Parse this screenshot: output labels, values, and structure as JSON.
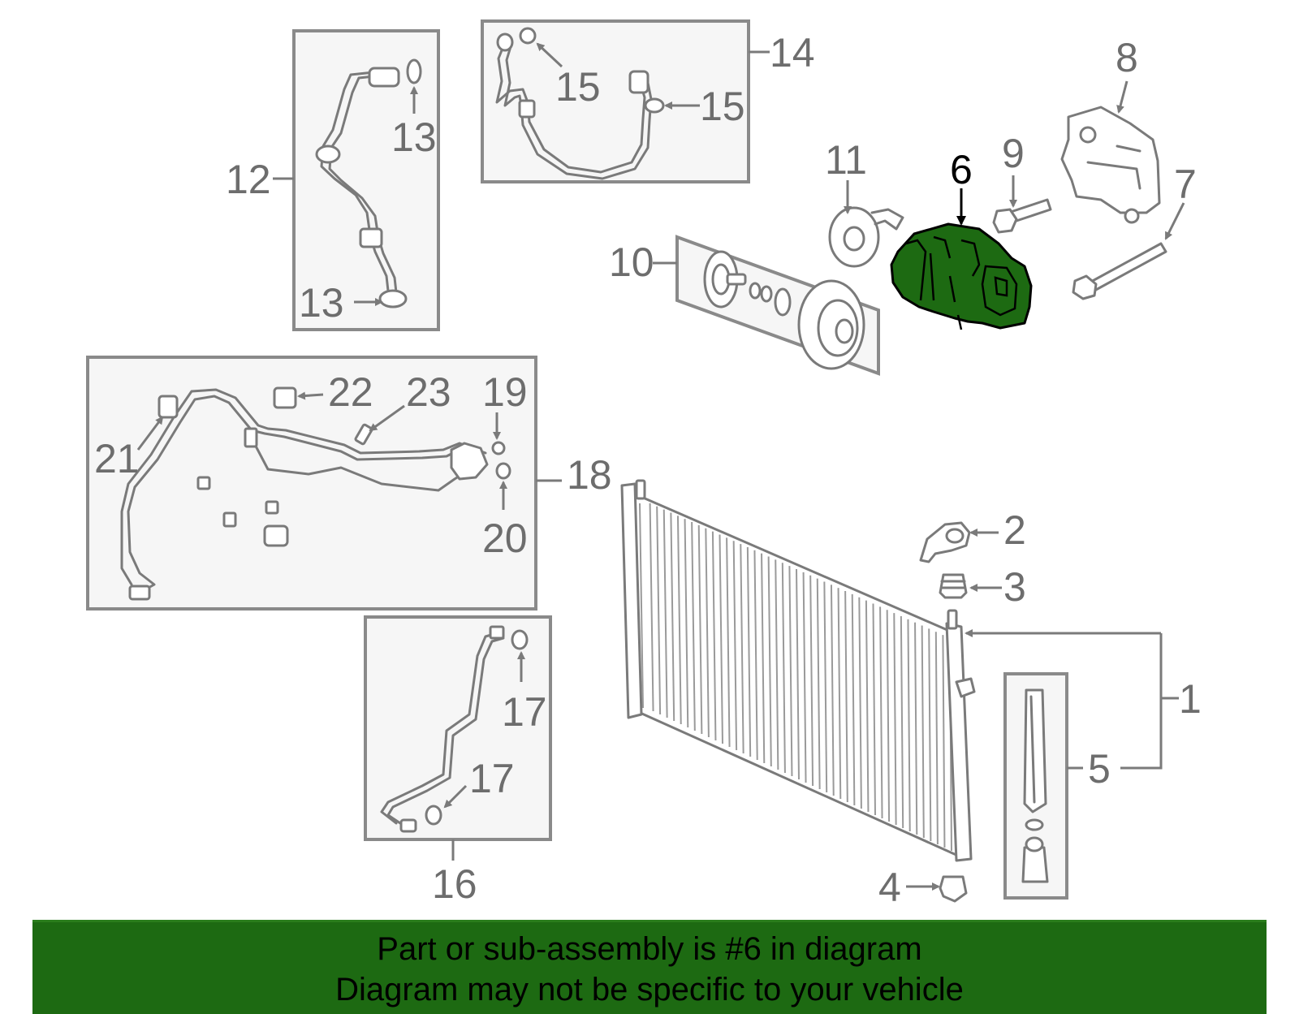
{
  "highlighted_part": "6",
  "highlight_color": "#1d6a12",
  "banner": {
    "line1": "Part or sub-assembly is #6 in diagram",
    "line2": "Diagram may not be specific to your vehicle",
    "background": "#1d6a12"
  },
  "callouts": [
    {
      "id": "c1",
      "text": "1"
    },
    {
      "id": "c2",
      "text": "2"
    },
    {
      "id": "c3",
      "text": "3"
    },
    {
      "id": "c4",
      "text": "4"
    },
    {
      "id": "c5",
      "text": "5"
    },
    {
      "id": "c6",
      "text": "6"
    },
    {
      "id": "c7",
      "text": "7"
    },
    {
      "id": "c8",
      "text": "8"
    },
    {
      "id": "c9",
      "text": "9"
    },
    {
      "id": "c10",
      "text": "10"
    },
    {
      "id": "c11",
      "text": "11"
    },
    {
      "id": "c12",
      "text": "12"
    },
    {
      "id": "c13a",
      "text": "13"
    },
    {
      "id": "c13b",
      "text": "13"
    },
    {
      "id": "c14",
      "text": "14"
    },
    {
      "id": "c15a",
      "text": "15"
    },
    {
      "id": "c15b",
      "text": "15"
    },
    {
      "id": "c16",
      "text": "16"
    },
    {
      "id": "c17a",
      "text": "17"
    },
    {
      "id": "c17b",
      "text": "17"
    },
    {
      "id": "c18",
      "text": "18"
    },
    {
      "id": "c19",
      "text": "19"
    },
    {
      "id": "c20",
      "text": "20"
    },
    {
      "id": "c21",
      "text": "21"
    },
    {
      "id": "c22",
      "text": "22"
    },
    {
      "id": "c23",
      "text": "23"
    }
  ]
}
